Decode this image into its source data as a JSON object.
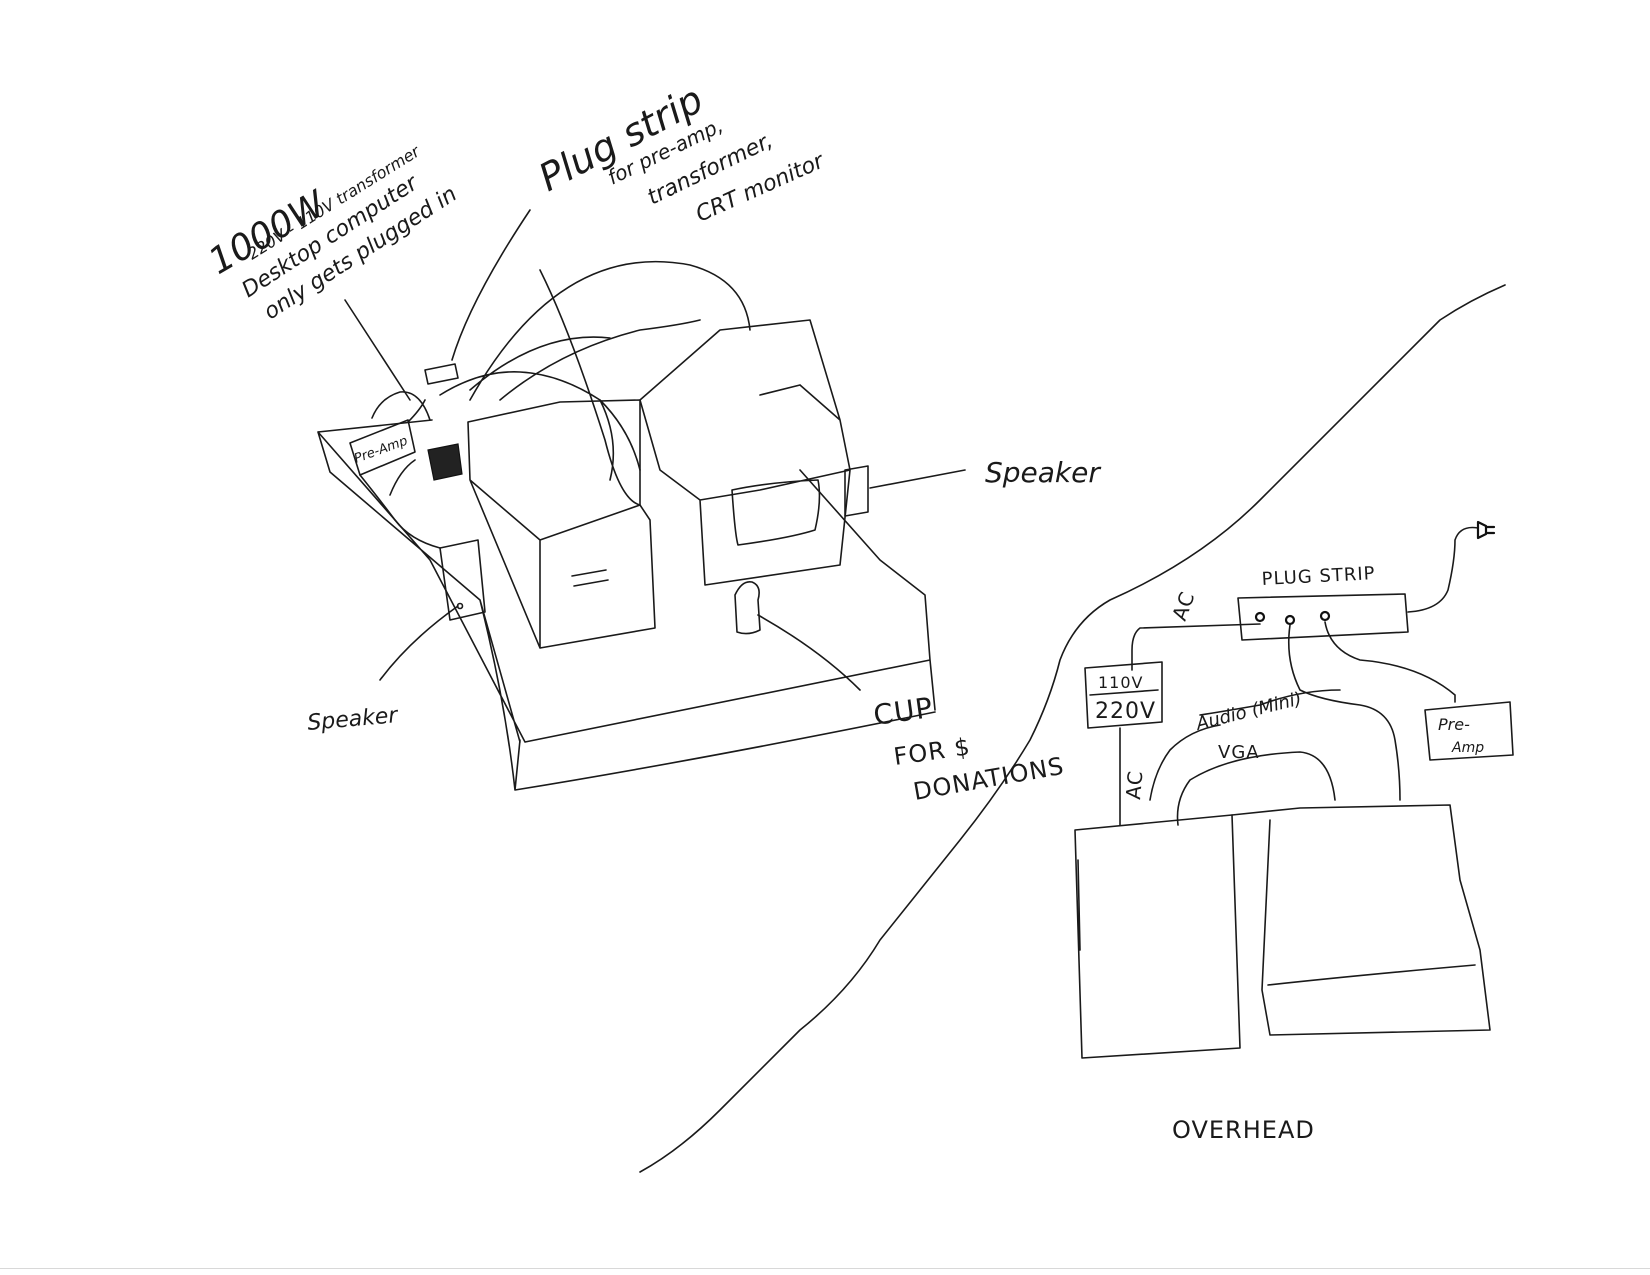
{
  "labels": {
    "transformer_line1": "1000W",
    "transformer_line2": "220V - 110V transformer",
    "transformer_line3": "Desktop computer",
    "transformer_line4": "only gets plugged in",
    "plugstrip_line1": "Plug strip",
    "plugstrip_line2": "for pre-amp,",
    "plugstrip_line3": "transformer,",
    "plugstrip_line4": "CRT monitor",
    "preamp_box_left": "Pre-Amp",
    "speaker_right": "Speaker",
    "speaker_left": "Speaker",
    "cup_line1": "CUP",
    "cup_line2": "FOR  $",
    "cup_line3": "DONATIONS",
    "overhead_plug_strip": "PLUG STRIP",
    "overhead_ac_top": "AC",
    "overhead_ac_side": "AC",
    "overhead_transformer_line1": "110V",
    "overhead_transformer_line2": "220V",
    "overhead_audio": "Audio (Mini)",
    "overhead_vga": "VGA",
    "overhead_preamp_line1": "Pre-",
    "overhead_preamp_line2": "Amp",
    "overhead_title": "OVERHEAD"
  },
  "colors": {
    "ink": "#1a1a1a",
    "paper": "#ffffff"
  }
}
